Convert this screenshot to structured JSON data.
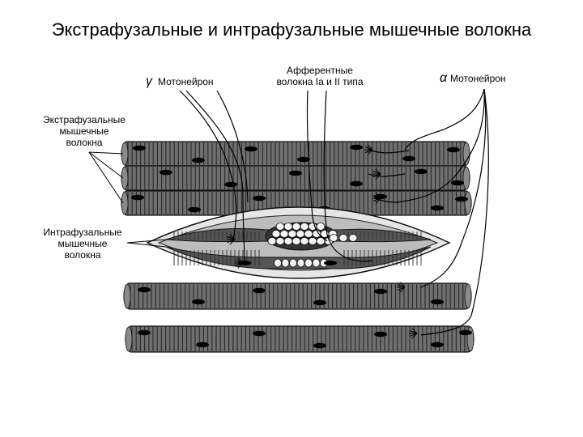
{
  "slide": {
    "title": "Экстрафузальные и интрафузальные мышечные волокна"
  },
  "labels": {
    "gamma_symbol": "γ",
    "gamma_motoneuron": "Мотонейрон",
    "afferent_line1": "Афферентные",
    "afferent_line2": "волокна Ia и II типа",
    "alpha_symbol": "α",
    "alpha_motoneuron": "Мотонейрон",
    "extrafusal_line1": "Экстрафузальные",
    "extrafusal_line2": "мышечные",
    "extrafusal_line3": "волокна",
    "intrafusal_line1": "Интрафузальные",
    "intrafusal_line2": "мышечные",
    "intrafusal_line3": "волокна"
  },
  "colors": {
    "fiber_fill": "#6f6f6f",
    "fiber_stripe": "#1e1e1e",
    "nucleus": "#000000",
    "spindle_capsule": "#e6e6e6",
    "spindle_inner": "#555555",
    "nerve": "#000000",
    "leader_line": "#000000"
  }
}
